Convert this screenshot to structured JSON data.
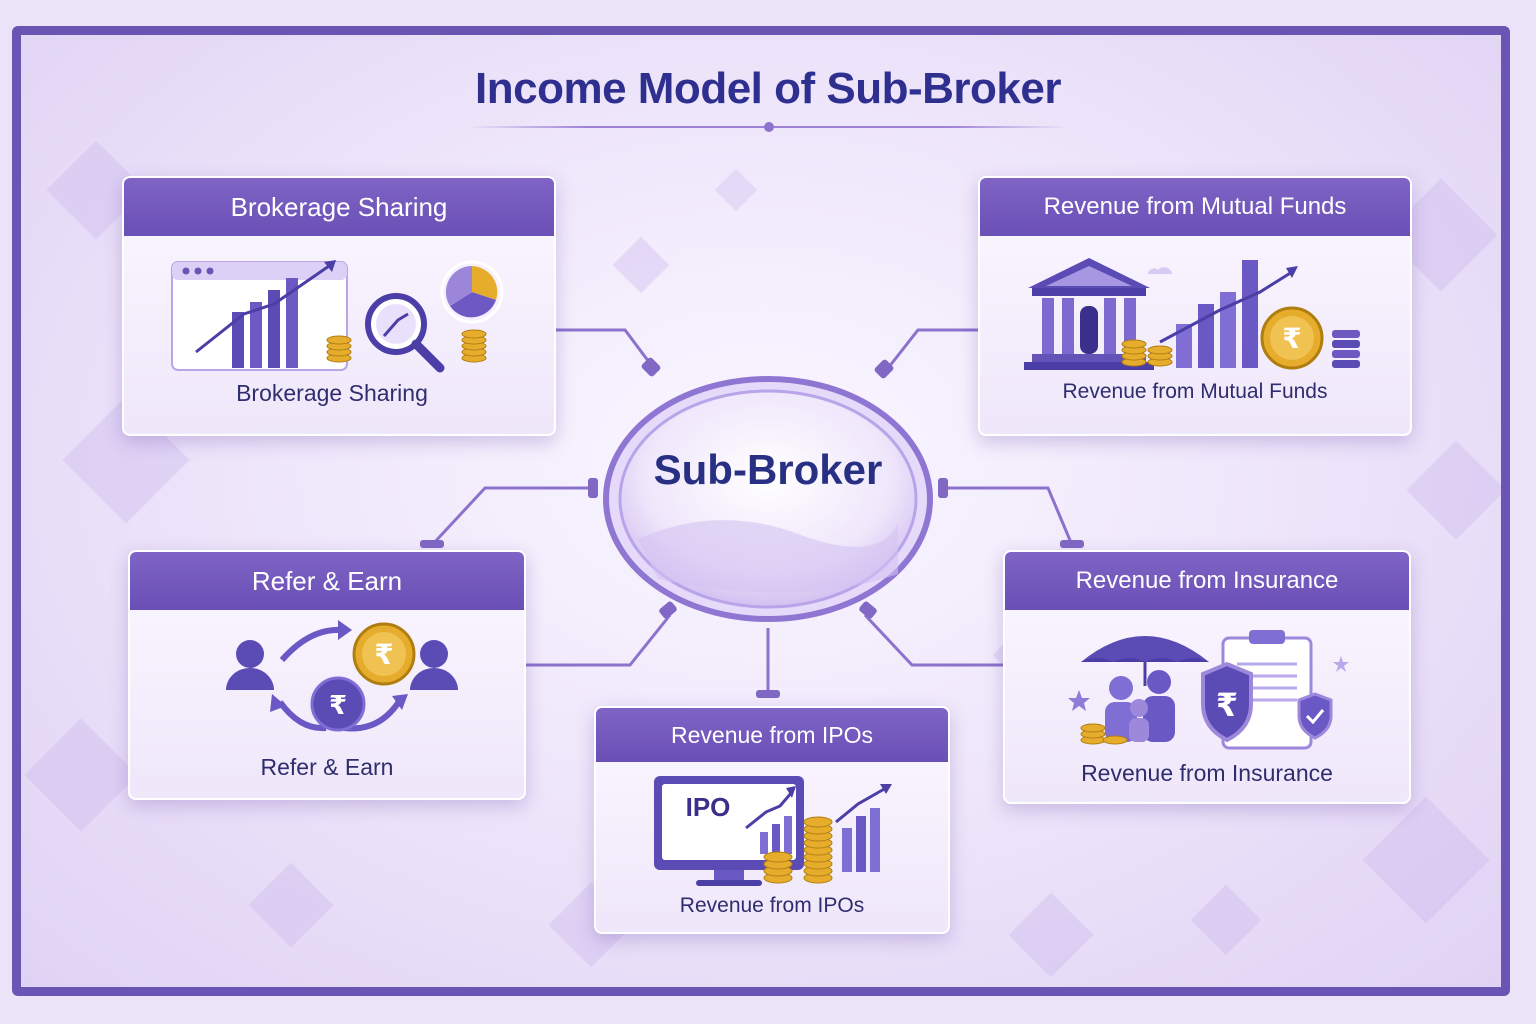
{
  "title": "Income Model of Sub-Broker",
  "hub": {
    "label": "Sub-Broker"
  },
  "cards": {
    "brokerage": {
      "header": "Brokerage Sharing",
      "footer": "Brokerage Sharing",
      "icon": "brokerage-chart-icon"
    },
    "mutual_funds": {
      "header": "Revenue from Mutual Funds",
      "footer": "Revenue from Mutual Funds",
      "icon": "bank-growth-icon"
    },
    "refer": {
      "header": "Refer & Earn",
      "footer": "Refer & Earn",
      "icon": "referral-cycle-icon"
    },
    "insurance": {
      "header": "Revenue from Insurance",
      "footer": "Revenue from Insurance",
      "icon": "umbrella-shield-icon"
    },
    "ipos": {
      "header": "Revenue from IPOs",
      "footer": "Revenue from IPOs",
      "monitor_text": "IPO",
      "icon": "ipo-monitor-icon"
    }
  },
  "colors": {
    "frame": "#6a55b4",
    "header": "#6a4fb5",
    "title": "#2e2f8e",
    "coin": "#e6ad2c",
    "accent": "#5a4bb0"
  }
}
